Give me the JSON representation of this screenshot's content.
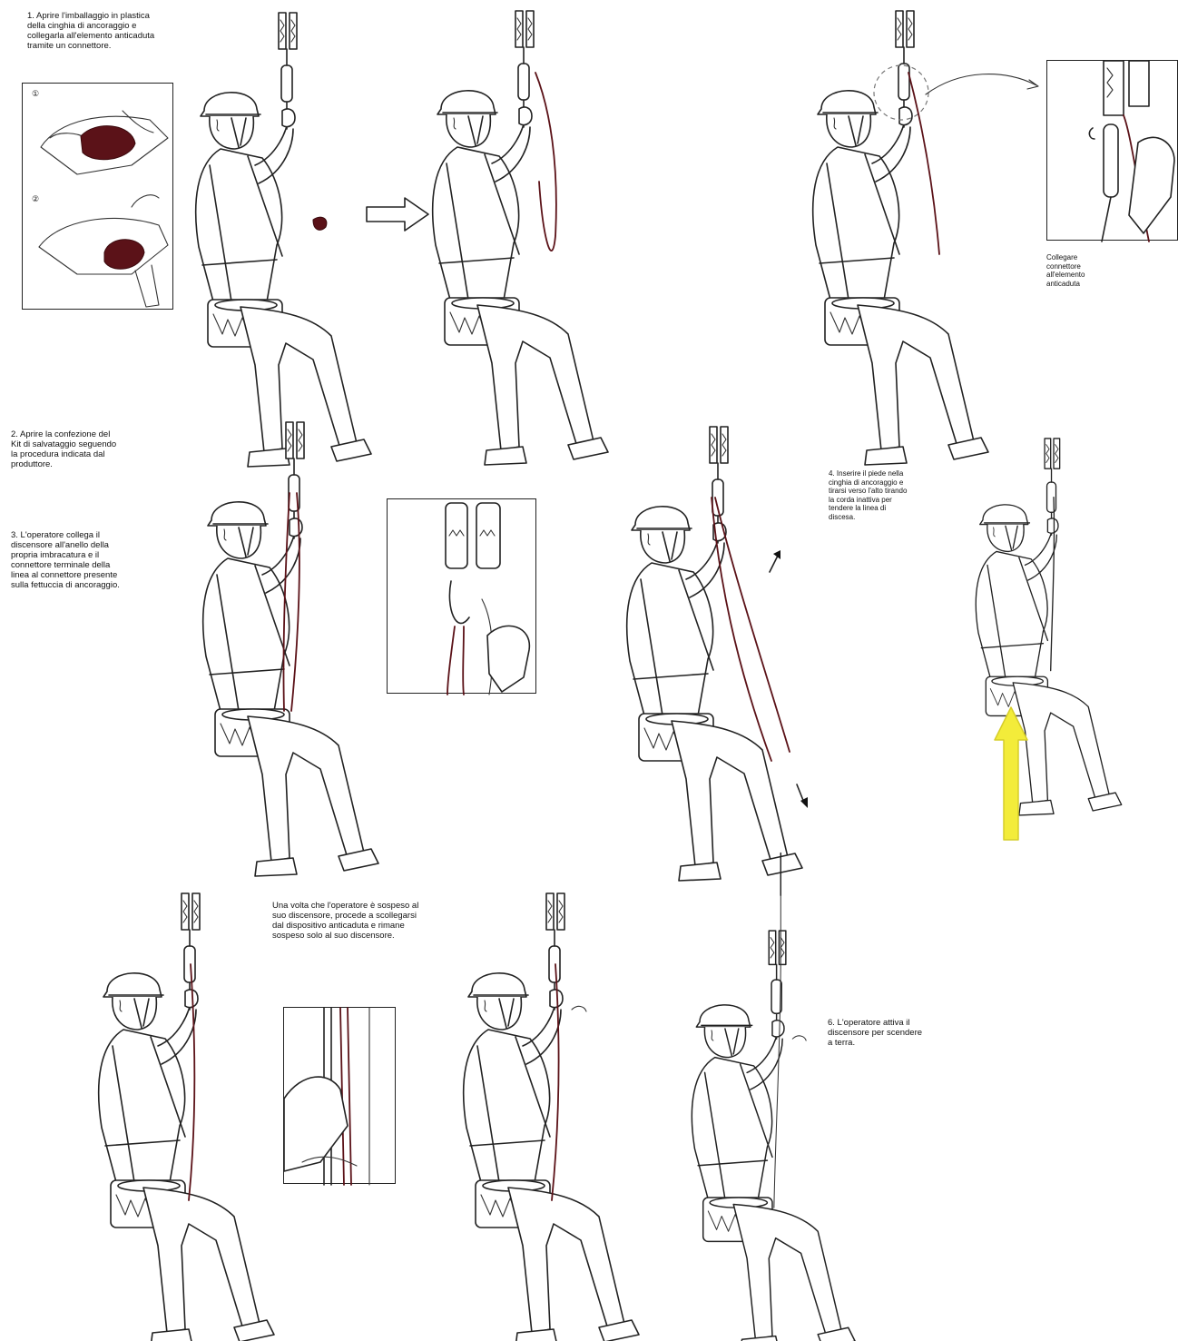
{
  "captions": {
    "step1": "1. Aprire l'imballaggio in plastica\ndella cinghia di ancoraggio e\ncollegarla all'elemento anticaduta\ntramite un connettore.",
    "connect_note": "Collegare\nconnettore\nall'elemento\nanticaduta",
    "step2": "2. Aprire la confezione del\nKit di salvataggio seguendo\nla procedura indicata dal\nproduttore.",
    "step3": "3. L'operatore collega il\ndiscensore all'anello della\npropria imbracatura e il\nconnettore terminale della\nlinea al connettore presente\nsulla fettuccia di ancoraggio.",
    "step4": "4. Inserire il piede nella\ncinghia di ancoraggio e\ntirarsi verso l'alto tirando\nla corda inattiva per\ntendere la linea di\ndiscesa.",
    "step5": "Una volta che l'operatore è sospeso al\nsuo discensore, procede a scollegarsi\ndal dispositivo anticaduta e rimane\nsospeso solo al suo discensore.",
    "step6": "6. L'operatore attiva il\ndiscensore per scendere\na terra."
  },
  "inset_numbers": {
    "first": "①",
    "second": "②"
  },
  "colors": {
    "rope": "#5b1218",
    "lift_arrow": "#f3ec3a",
    "line": "#222222"
  },
  "icons": [
    "right-arrow-icon",
    "up-arrow-icon",
    "curved-arrow-icon"
  ]
}
